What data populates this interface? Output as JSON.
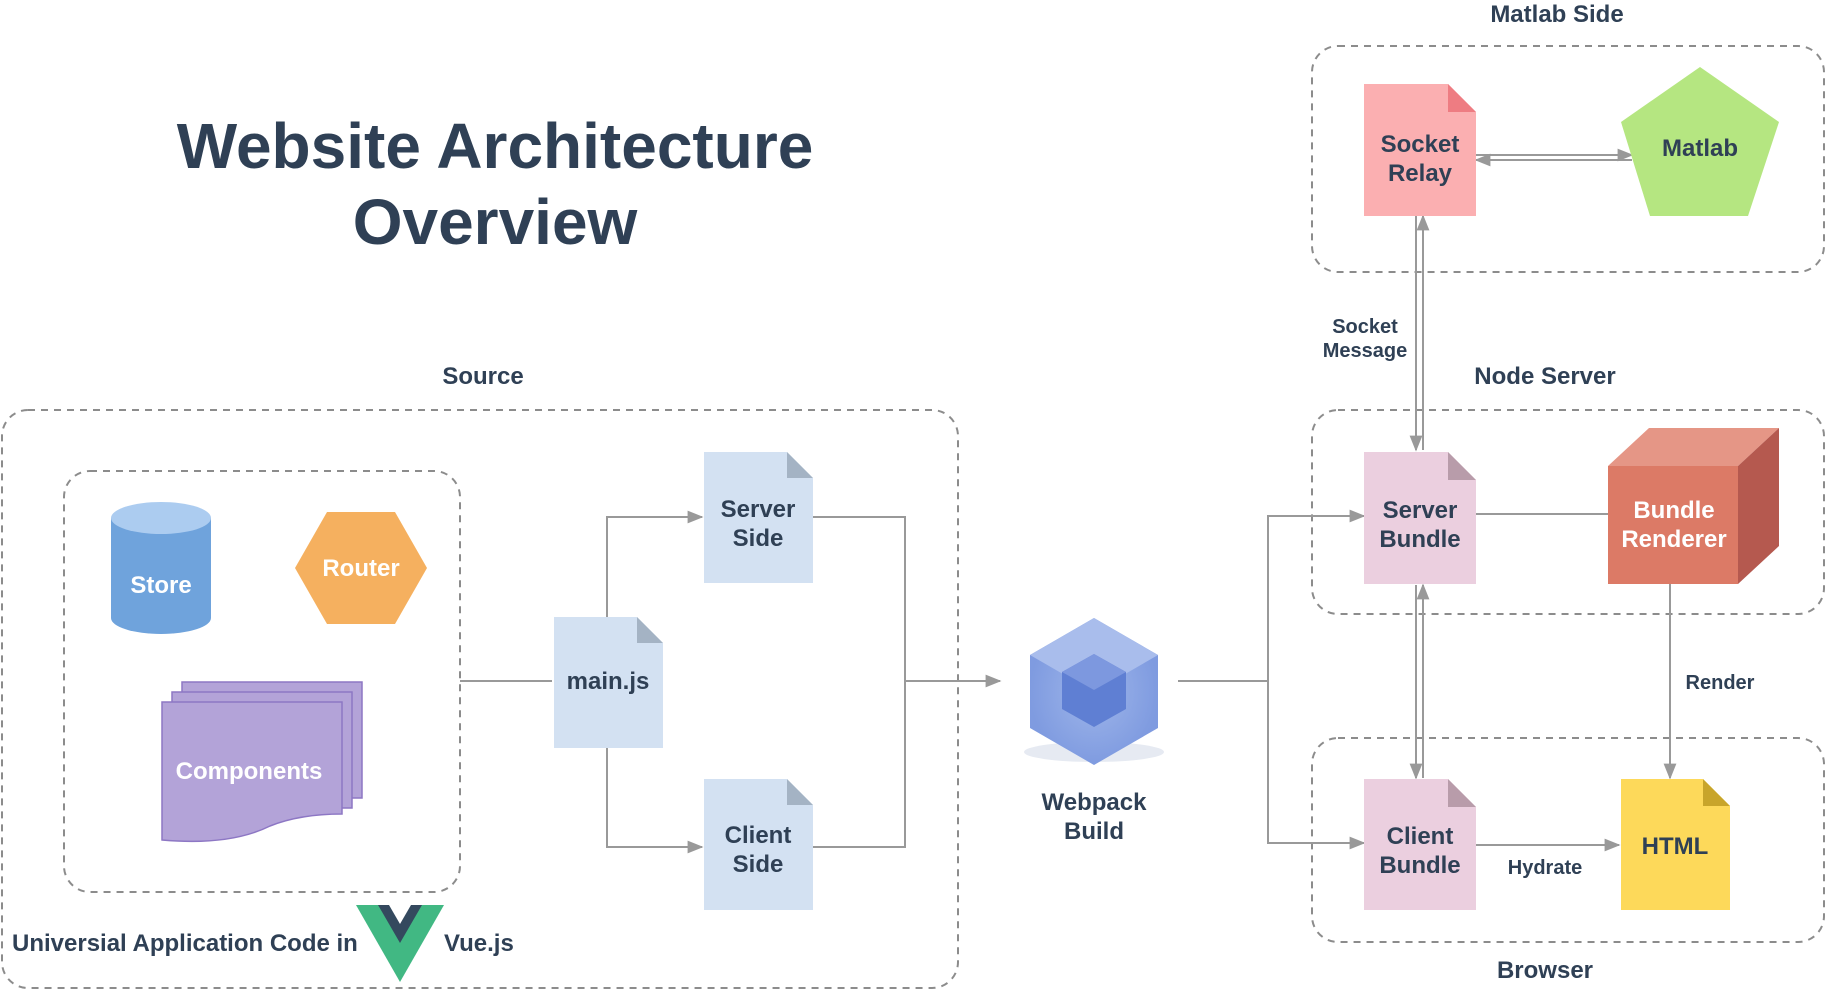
{
  "title": {
    "line1": "Website Architecture",
    "line2": "Overview"
  },
  "groups": {
    "source": "Source",
    "matlab_side": "Matlab Side",
    "node_server": "Node Server",
    "browser": "Browser"
  },
  "footer": {
    "prefix": "Universial Application Code in",
    "suffix": "Vue.js"
  },
  "nodes": {
    "store": "Store",
    "router": "Router",
    "components": "Components",
    "main_js": "main.js",
    "server_side": [
      "Server",
      "Side"
    ],
    "client_side": [
      "Client",
      "Side"
    ],
    "webpack_build": [
      "Webpack",
      "Build"
    ],
    "socket_relay": [
      "Socket",
      "Relay"
    ],
    "matlab": "Matlab",
    "server_bundle": [
      "Server",
      "Bundle"
    ],
    "bundle_renderer": [
      "Bundle",
      "Renderer"
    ],
    "client_bundle": [
      "Client",
      "Bundle"
    ],
    "html": "HTML"
  },
  "edges": {
    "socket_message": [
      "Socket",
      "Message"
    ],
    "render": "Render",
    "hydrate": "Hydrate"
  },
  "colors": {
    "text": "#2f4055",
    "store": "#6fa3dc",
    "router": "#f5b05f",
    "components": "#b3a3d8",
    "doc_blue": "#d3e1f2",
    "socket_relay": "#fbafb1",
    "matlab": "#b5e681",
    "bundle_pink": "#ebcfdf",
    "bundle_renderer": "#dc7a66",
    "html": "#fdd95a",
    "vue_green": "#41b883",
    "vue_dark": "#34495e"
  }
}
